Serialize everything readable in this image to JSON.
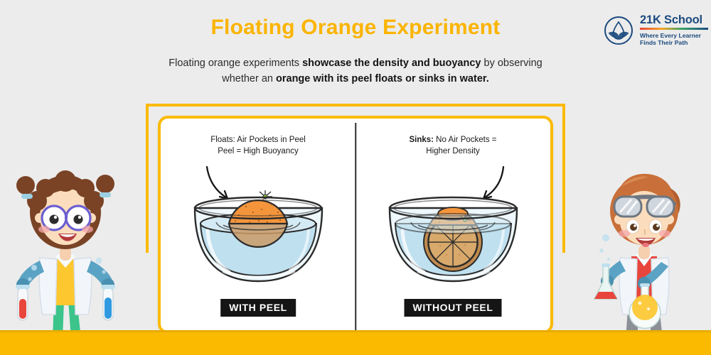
{
  "page": {
    "background_color": "#ececec",
    "accent_color": "#fbba00",
    "brand_color": "#1c4a7e"
  },
  "header": {
    "title": "Floating Orange Experiment",
    "subtitle": {
      "part1": "Floating orange experiments ",
      "bold1": "showcase the density and buoyancy",
      "part2": " by observing whether an ",
      "bold2": "orange with its peel floats or sinks in water."
    }
  },
  "logo": {
    "name": "21K School",
    "tagline_line1": "Where Every Learner",
    "tagline_line2": "Finds Their Path",
    "mark": "lotus-circle-icon"
  },
  "diagram": {
    "left": {
      "caption_line1": "Floats: Air Pockets in Peel",
      "caption_line2": "Peel = High Buoyancy",
      "tag": "WITH PEEL",
      "illustration": "whole-orange-floating-in-bowl"
    },
    "right": {
      "caption_bold": "Sinks:",
      "caption_rest": " No Air Pockets =",
      "caption_line2": "Higher Density",
      "tag": "WITHOUT PEEL",
      "illustration": "peeled-orange-sunk-in-bowl"
    }
  },
  "characters": {
    "left": "girl-scientist-with-test-tubes",
    "right": "boy-scientist-with-flasks"
  },
  "colors": {
    "orange_fruit": "#f4953c",
    "water": "#bfe0ef",
    "glass": "#eaf5fa",
    "tag_background": "#151515"
  }
}
